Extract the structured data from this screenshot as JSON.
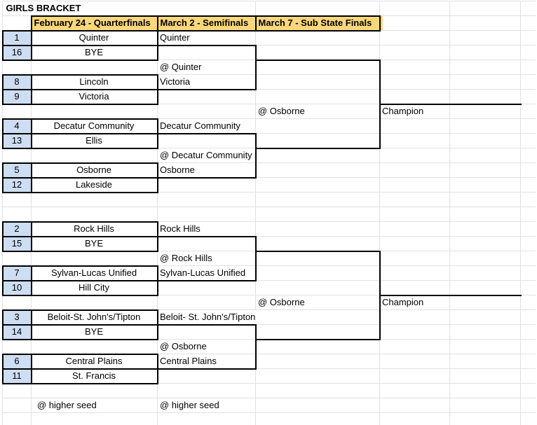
{
  "title": "GIRLS BRACKET",
  "colors": {
    "header_bg": "#fbd77c",
    "seed_bg": "#cdddf2",
    "grid_line": "#e1e1e1",
    "bracket_line": "#000000",
    "text": "#000000",
    "background": "#ffffff"
  },
  "round_headers": [
    {
      "label": "February 24 - Quarterfinals"
    },
    {
      "label": "March 2 - Semifinals"
    },
    {
      "label": "March 7 - Sub State Finals"
    }
  ],
  "bracket": {
    "quarterfinal_pairs": [
      {
        "row": 3,
        "top": {
          "seed": "1",
          "team": "Quinter"
        },
        "bottom": {
          "seed": "16",
          "team": "BYE"
        }
      },
      {
        "row": 6,
        "top": {
          "seed": "8",
          "team": "Lincoln"
        },
        "bottom": {
          "seed": "9",
          "team": "Victoria"
        }
      },
      {
        "row": 9,
        "top": {
          "seed": "4",
          "team": "Decatur Community"
        },
        "bottom": {
          "seed": "13",
          "team": "Ellis"
        }
      },
      {
        "row": 12,
        "top": {
          "seed": "5",
          "team": "Osborne"
        },
        "bottom": {
          "seed": "12",
          "team": "Lakeside"
        }
      },
      {
        "row": 16,
        "top": {
          "seed": "2",
          "team": "Rock Hills"
        },
        "bottom": {
          "seed": "15",
          "team": "BYE"
        }
      },
      {
        "row": 19,
        "top": {
          "seed": "7",
          "team": "Sylvan-Lucas Unified"
        },
        "bottom": {
          "seed": "10",
          "team": "Hill City"
        }
      },
      {
        "row": 22,
        "top": {
          "seed": "3",
          "team": "Beloit-St. John's/Tipton"
        },
        "bottom": {
          "seed": "14",
          "team": "BYE"
        }
      },
      {
        "row": 25,
        "top": {
          "seed": "6",
          "team": "Central Plains"
        },
        "bottom": {
          "seed": "11",
          "team": "St. Francis"
        }
      }
    ],
    "semifinal_cells": [
      {
        "row": 3,
        "text": "Quinter"
      },
      {
        "row": 5,
        "text": "@ Quinter"
      },
      {
        "row": 6,
        "text": "Victoria"
      },
      {
        "row": 9,
        "text": "Decatur Community"
      },
      {
        "row": 11,
        "text": "@ Decatur Community"
      },
      {
        "row": 12,
        "text": "Osborne"
      },
      {
        "row": 16,
        "text": "Rock Hills"
      },
      {
        "row": 18,
        "text": "@ Rock Hills"
      },
      {
        "row": 19,
        "text": "Sylvan-Lucas Unified"
      },
      {
        "row": 22,
        "text": "Beloit- St. John's/Tipton"
      },
      {
        "row": 24,
        "text": "@ Osborne"
      },
      {
        "row": 25,
        "text": "Central Plains"
      }
    ],
    "final_cells": [
      {
        "row": 8,
        "text": "@ Osborne"
      },
      {
        "row": 21,
        "text": "@ Osborne"
      }
    ],
    "champion_cells": [
      {
        "row": 8,
        "text": "Champion"
      },
      {
        "row": 21,
        "text": "Champion"
      }
    ],
    "footnotes": [
      {
        "column": "B",
        "row": 28,
        "text": "@ higher seed"
      },
      {
        "column": "C",
        "row": 28,
        "text": "@ higher seed"
      }
    ]
  }
}
